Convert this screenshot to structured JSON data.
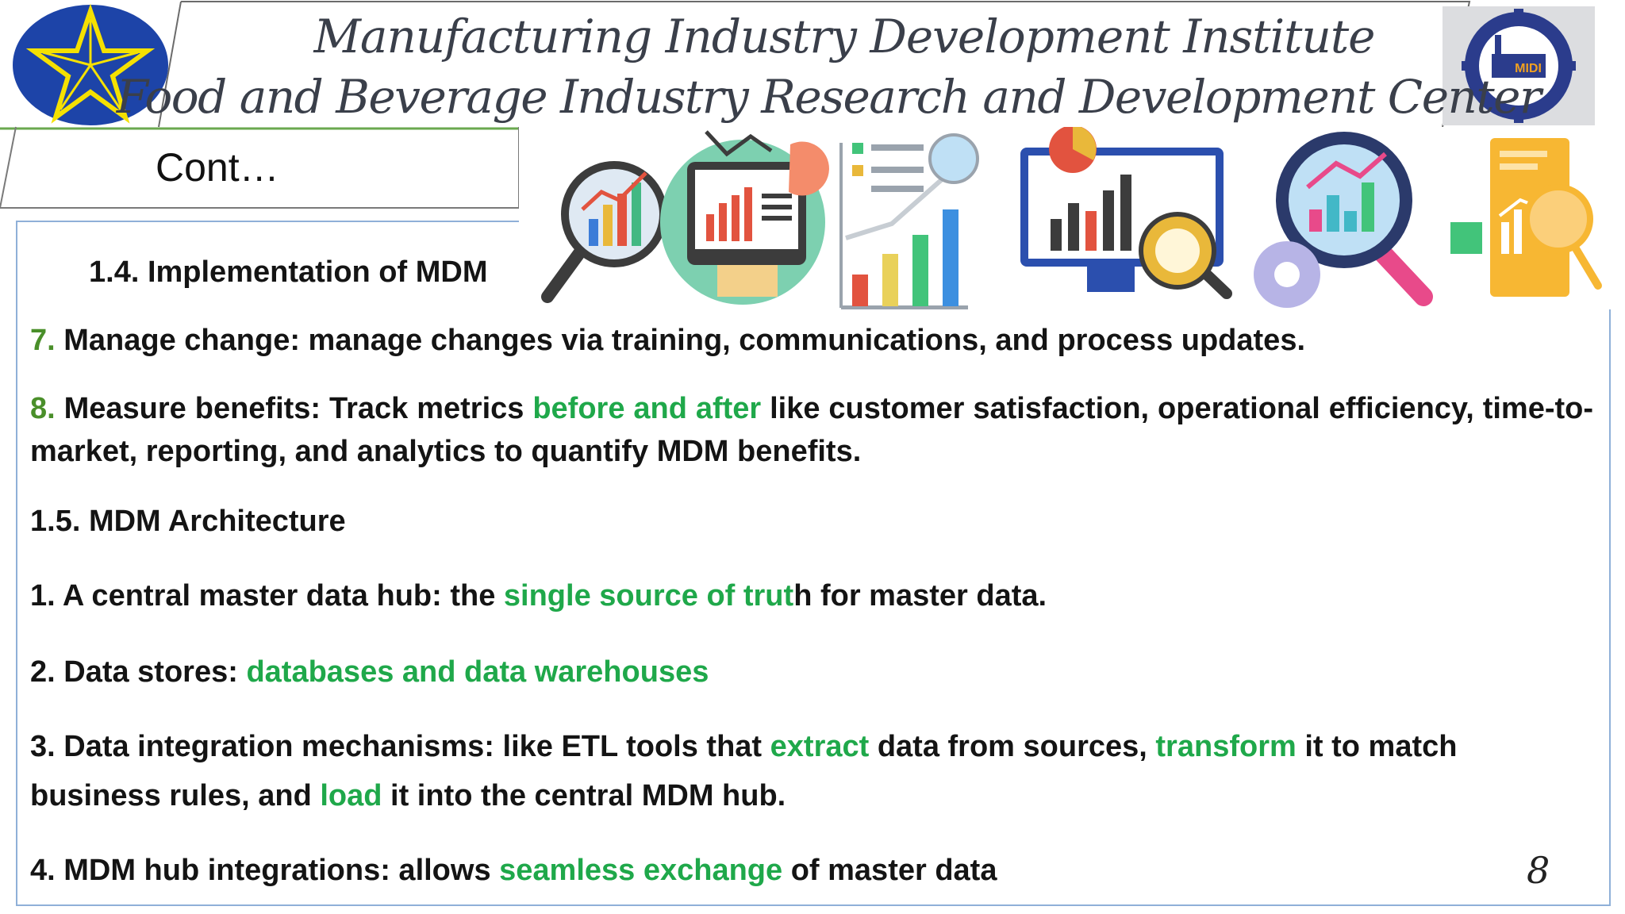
{
  "header": {
    "title_line1": "Manufacturing Industry Development Institute",
    "title_line2": "Food and Beverage Industry Research and Development Center",
    "left_logo": "ethiopian-emblem",
    "right_logo": "midi-logo",
    "right_logo_text": "MIDI"
  },
  "slide": {
    "section_label": "Cont…",
    "subheading": "1.4. Implementation of MDM",
    "item7": {
      "num": "7.",
      "term": "Manage change",
      "rest": ": manage changes via training, communications, and process updates."
    },
    "item8": {
      "num": "8.",
      "term": "Measure benefits",
      "part1": ": Track metrics ",
      "hl1": "before and after",
      "part2": " like customer satisfaction, operational efficiency, time-to-market, reporting, and analytics to quantify MDM benefits."
    },
    "architecture_heading": "1.5. MDM Architecture",
    "arch1": {
      "term": "1. A central master data hub",
      "part1": ": the ",
      "hl1": "single source of trut",
      "part2": "h for master data."
    },
    "arch2": {
      "term": "2. Data stores",
      "part1": ": ",
      "hl1": "databases and data warehouses"
    },
    "arch3": {
      "term": "3. Data integration mechanisms",
      "part1": ": like ETL tools that ",
      "hl1": "extract",
      "part2": " data from sources, ",
      "hl2": "transform",
      "part3": " it to match",
      "line2a": "business rules, and ",
      "hl3": "load",
      "line2b": " it into the central MDM hub."
    },
    "arch4": {
      "term": "4. MDM hub integrations",
      "part1": ": allows ",
      "hl1": "seamless exchange",
      "part2": " of master data"
    },
    "page_number": "8"
  },
  "illustration_icons": [
    "magnifier-chart-icon",
    "monitor-dashboard-icon",
    "growth-chart-icon",
    "monitor-pie-magnifier-icon",
    "analytics-gear-icon",
    "report-document-icon"
  ],
  "colors": {
    "accent_green": "#1fa84a",
    "number_green": "#4a8f2a",
    "header_line": "#6aa84f",
    "frame_blue": "#8fb0d8",
    "title_gray": "#3a3f4a"
  }
}
